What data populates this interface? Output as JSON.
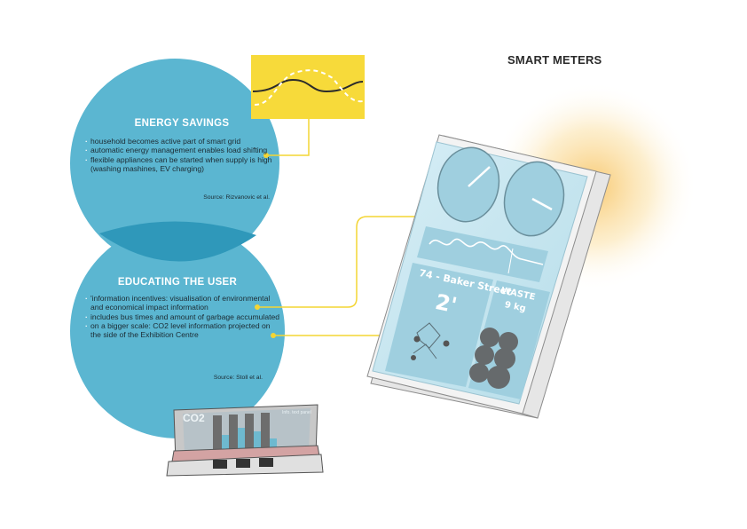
{
  "title": "SMART METERS",
  "colors": {
    "circle_blue": "#5bb6d1",
    "overlap_blue": "#2f98ba",
    "connector_yellow": "#f4d534",
    "panel_yellow": "#f7da3a",
    "screen_blue": "#bfe3ef",
    "glow": "#f8c66a"
  },
  "sections": [
    {
      "heading": "ENERGY SAVINGS",
      "bullets": [
        "household becomes active part of smart grid",
        "automatic energy management enables load shifting",
        "flexible appliances can be started when supply is high (washing mashines, EV charging)"
      ],
      "source": "Source: Rizvanovic et al."
    },
    {
      "heading": "EDUCATING THE USER",
      "bullets": [
        "'information incentives: visualisation of environmental and economical impact information",
        "includes bus times and amount of garbage accumulated",
        "on a bigger scale: CO2 level information projected on the side of the Exhibition Centre"
      ],
      "source": "Source: Stoll et al."
    }
  ],
  "meter": {
    "bus_stop": "74 - Baker Street",
    "bus_time": "2'",
    "waste_label": "WASTE",
    "waste_value": "9 kg"
  },
  "building": {
    "co2_label": "CO2",
    "side_note": "Info. text panel"
  }
}
